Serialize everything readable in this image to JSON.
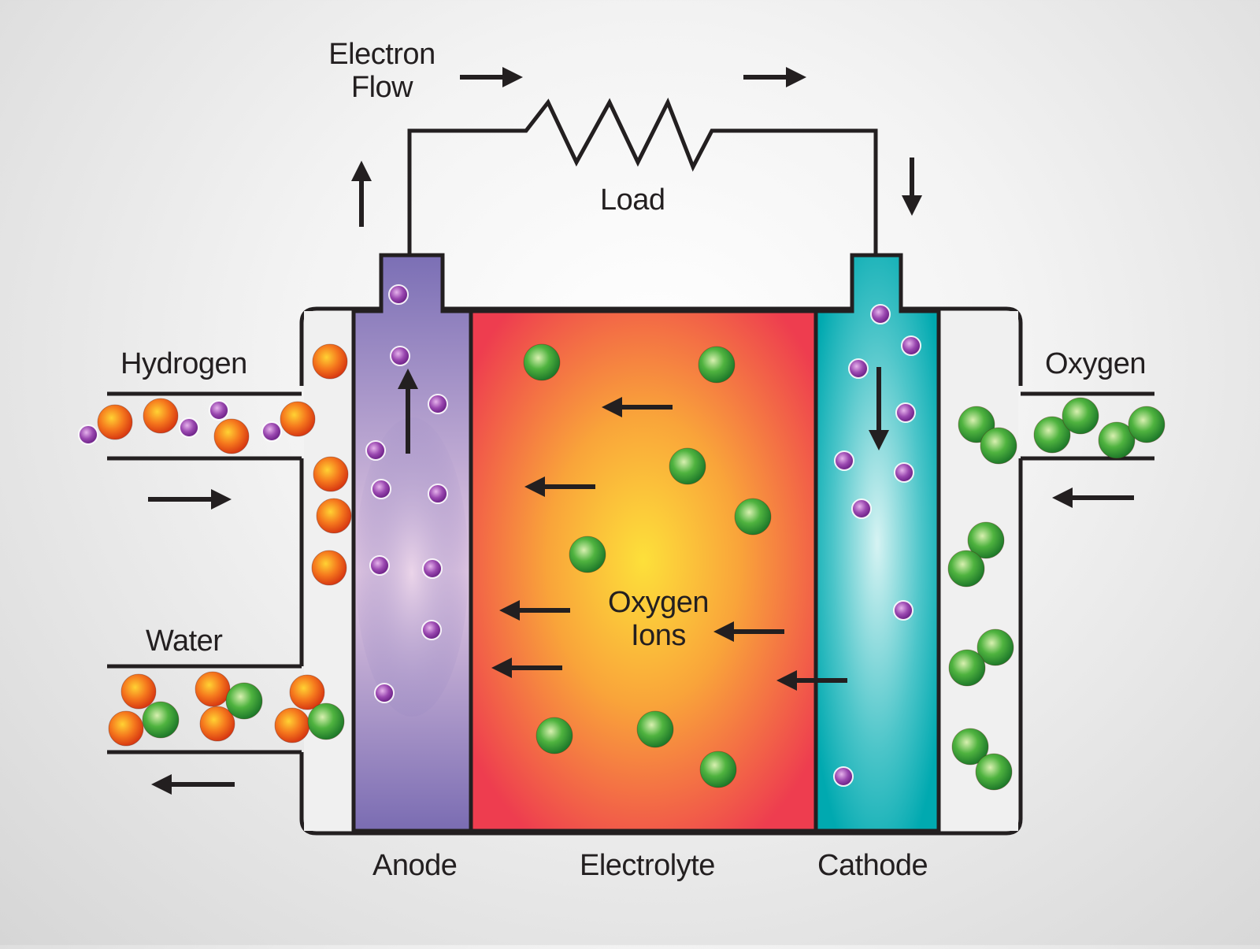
{
  "labels": {
    "electron_flow_line1": "Electron",
    "electron_flow_line2": "Flow",
    "load": "Load",
    "hydrogen": "Hydrogen",
    "oxygen": "Oxygen",
    "water": "Water",
    "oxygen_ions_line1": "Oxygen",
    "oxygen_ions_line2": "Ions",
    "anode": "Anode",
    "electrolyte": "Electrolyte",
    "cathode": "Cathode"
  },
  "colors": {
    "anode": "#7b6fb5",
    "anode_glow": "#e3c9e3",
    "electrolyte_edge": "#ee3d4f",
    "electrolyte_core": "#fde03a",
    "cathode": "#00a9b0",
    "cathode_glow": "#d6f3f3",
    "hydrogen_atom": "#f05a1c",
    "oxygen_atom": "#3aa63a",
    "electron": "#8a3aa0",
    "line": "#231f20"
  }
}
